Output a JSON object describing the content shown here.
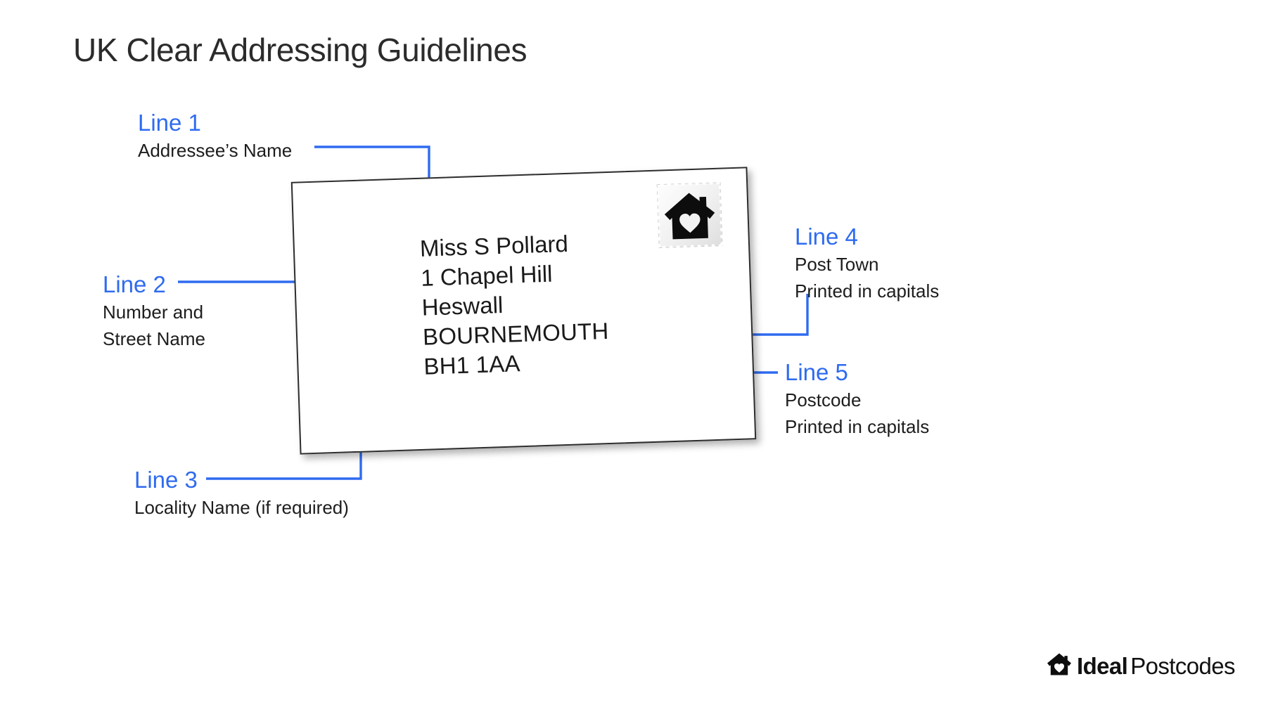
{
  "page": {
    "title": "UK Clear Addressing Guidelines",
    "accent_blue": "#2f6bf0",
    "text_black": "#1d1d1d",
    "background": "#ffffff"
  },
  "annotations": [
    {
      "id": "line1",
      "head": "Line 1",
      "body_lines": [
        "Addressee’s Name"
      ]
    },
    {
      "id": "line2",
      "head": "Line 2",
      "body_lines": [
        "Number and",
        "Street Name"
      ]
    },
    {
      "id": "line3",
      "head": "Line 3",
      "body_lines": [
        "Locality Name (if required)"
      ]
    },
    {
      "id": "line4",
      "head": "Line 4",
      "body_lines": [
        "Post Town",
        "Printed in capitals"
      ]
    },
    {
      "id": "line5",
      "head": "Line 5",
      "body_lines": [
        "Postcode",
        "Printed in capitals"
      ]
    }
  ],
  "annotation_text": {
    "line1_head": "Line 1",
    "line1_body1": "Addressee’s Name",
    "line2_head": "Line 2",
    "line2_body1": "Number and",
    "line2_body2": "Street Name",
    "line3_head": "Line 3",
    "line3_body1": "Locality Name (if required)",
    "line4_head": "Line 4",
    "line4_body1": "Post Town",
    "line4_body2": "Printed in capitals",
    "line5_head": "Line 5",
    "line5_body1": "Postcode",
    "line5_body2": "Printed in capitals"
  },
  "envelope": {
    "address": {
      "name": "Miss S Pollard",
      "street": "1 Chapel Hill",
      "locality": "Heswall",
      "post_town": "BOURNEMOUTH",
      "postcode": "BH1 1AA"
    },
    "stamp": {
      "icon": "house-heart-stamp-icon"
    }
  },
  "branding": {
    "mark": "house-heart-logo-icon",
    "name_bold": "Ideal",
    "name_light": "Postcodes"
  }
}
